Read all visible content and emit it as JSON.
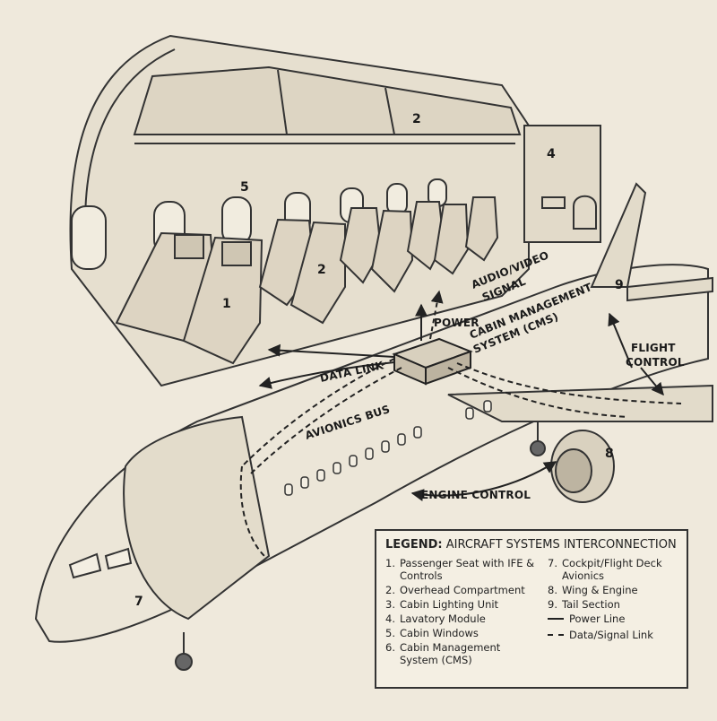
{
  "callouts": {
    "seat": "1",
    "overhead_top": "2",
    "overhead_seat": "2",
    "lavatory": "4",
    "windows": "5",
    "cockpit": "7",
    "engine": "8",
    "tail": "9"
  },
  "labels": {
    "power": "POWER",
    "audio_video_1": "AUDIO/VIDEO",
    "audio_video_2": "SIGNAL",
    "cms_1": "CABIN MANAGEMENT",
    "cms_2": "SYSTEM (CMS)",
    "data_link": "DATA LINK",
    "avionics_bus": "AVIONICS BUS",
    "flight_control_1": "FLIGHT",
    "flight_control_2": "CONTROL",
    "engine_control": "ENGINE CONTROL"
  },
  "legend": {
    "title_bold": "LEGEND:",
    "title_rest": "AIRCRAFT SYSTEMS INTERCONNECTION",
    "left_items": [
      {
        "num": "1.",
        "text": "Passenger Seat with IFE & Controls"
      },
      {
        "num": "2.",
        "text": "Overhead Compartment"
      },
      {
        "num": "3.",
        "text": "Cabin Lighting Unit"
      },
      {
        "num": "4.",
        "text": "Lavatory Module"
      },
      {
        "num": "5.",
        "text": "Cabin Windows"
      },
      {
        "num": "6.",
        "text": "Cabin Management System (CMS)"
      }
    ],
    "right_items": [
      {
        "num": "7.",
        "text": "Cockpit/Flight Deck Avionics"
      },
      {
        "num": "8.",
        "text": "Wing & Engine"
      },
      {
        "num": "9.",
        "text": "Tail Section"
      }
    ],
    "power_line": "Power Line",
    "data_link": "Data/Signal Link"
  },
  "colors": {
    "ink": "#2a2a2a",
    "paper": "#efe9dc"
  }
}
